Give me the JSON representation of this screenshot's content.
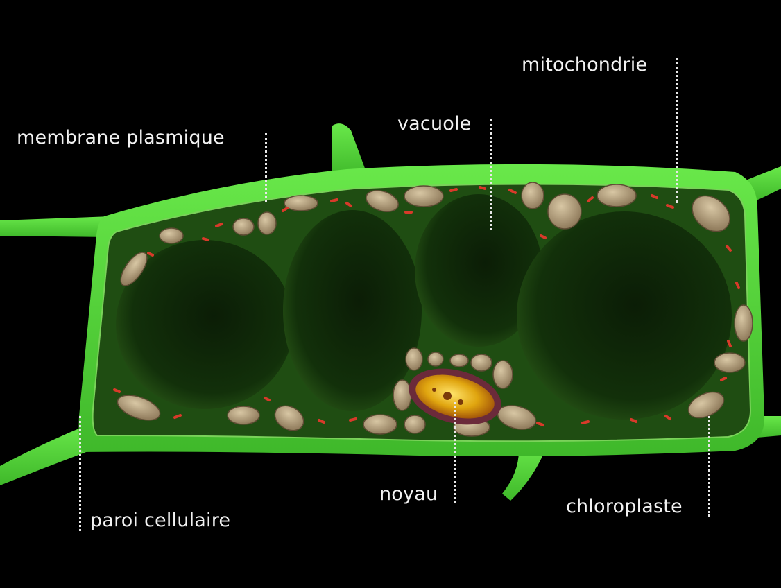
{
  "labels": {
    "plasma_membrane": "membrane plasmique",
    "vacuole": "vacuole",
    "mitochondria": "mitochondrie",
    "nucleus": "noyau",
    "chloroplast": "chloroplaste",
    "cell_wall": "paroi cellulaire"
  },
  "colors": {
    "background": "#000000",
    "cell_wall": "#4fd233",
    "cytoplasm": "#1f4d12",
    "vacuole": "#0f2a08",
    "chloroplast": "#b09b78",
    "mitochondria": "#d83a2a",
    "nucleus": "#e0a50f",
    "label_text": "#f2f2f2"
  }
}
